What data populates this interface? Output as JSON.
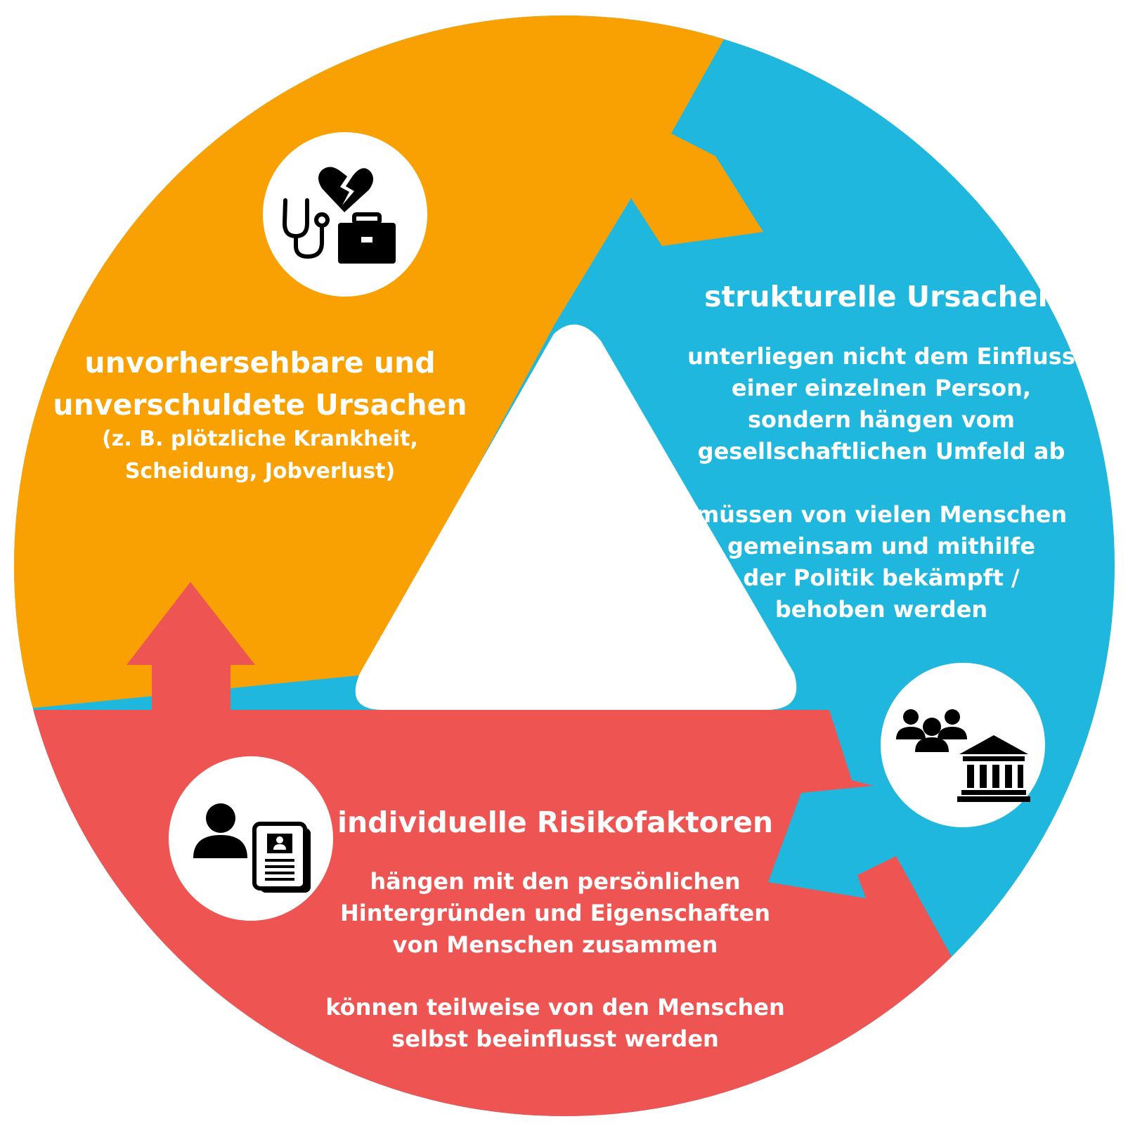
{
  "colors": {
    "orange": "#F9A102",
    "blue": "#1FB7DE",
    "red": "#EE5452",
    "white": "#FFFFFF",
    "icon": "#000000"
  },
  "orange_section": {
    "icons": [
      "stethoscope-icon",
      "broken-heart-icon",
      "briefcase-icon"
    ],
    "title_lines": [
      "unvorhersehbare und",
      "unverschuldete Ursachen"
    ],
    "example_lines": [
      "(z. B. plötzliche Krankheit,",
      "Scheidung, Jobverlust)"
    ]
  },
  "blue_section": {
    "icons": [
      "people-group-icon",
      "government-building-icon"
    ],
    "title": "strukturelle Ursachen",
    "paragraph1_lines": [
      "unterliegen nicht dem Einfluss",
      "einer einzelnen Person,",
      "sondern hängen vom",
      "gesellschaftlichen Umfeld ab"
    ],
    "paragraph2_lines": [
      "müssen von vielen Menschen",
      "gemeinsam und mithilfe",
      "der Politik bekämpft /",
      "behoben werden"
    ]
  },
  "red_section": {
    "icons": [
      "person-icon",
      "resume-document-icon"
    ],
    "title": "individuelle Risikofaktoren",
    "paragraph1_lines": [
      "hängen mit den persönlichen",
      "Hintergründen und Eigenschaften",
      "von Menschen zusammen"
    ],
    "paragraph2_lines": [
      "können teilweise von den Menschen",
      "selbst beeinflusst werden"
    ]
  }
}
